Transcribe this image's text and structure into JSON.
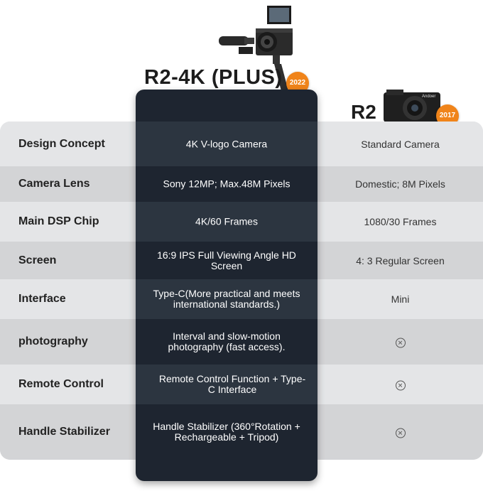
{
  "header": {
    "plus_title": "R2-4K (PLUS)",
    "plus_year": "2022",
    "r2_title": "R2",
    "r2_year": "2017",
    "r2_brand": "Andoer"
  },
  "rows": [
    {
      "feature": "Design Concept",
      "plus": "4K V-logo Camera",
      "r2": "Standard Camera"
    },
    {
      "feature": "Camera Lens",
      "plus": "Sony 12MP; Max.48M Pixels",
      "r2": "Domestic; 8M Pixels"
    },
    {
      "feature": "Main DSP Chip",
      "plus": "4K/60 Frames",
      "r2": "1080/30 Frames"
    },
    {
      "feature": "Screen",
      "plus": "16:9 IPS Full Viewing Angle HD Screen",
      "r2": "4: 3 Regular Screen"
    },
    {
      "feature": "Interface",
      "plus": "Type-C(More practical and meets international standards.)",
      "r2": "Mini"
    },
    {
      "feature": "photography",
      "plus": "Interval and slow-motion photography (fast access).",
      "r2": "x-circle-icon"
    },
    {
      "feature": "Remote Control",
      "plus": "Remote Control Function + Type-C Interface",
      "r2": "x-circle-icon"
    },
    {
      "feature": "Handle Stabilizer",
      "plus": "Handle Stabilizer (360°Rotation + Rechargeable + Tripod)",
      "r2": "x-circle-icon"
    }
  ],
  "colors": {
    "badge": "#f0841a",
    "dark_column": "#1e2530"
  }
}
